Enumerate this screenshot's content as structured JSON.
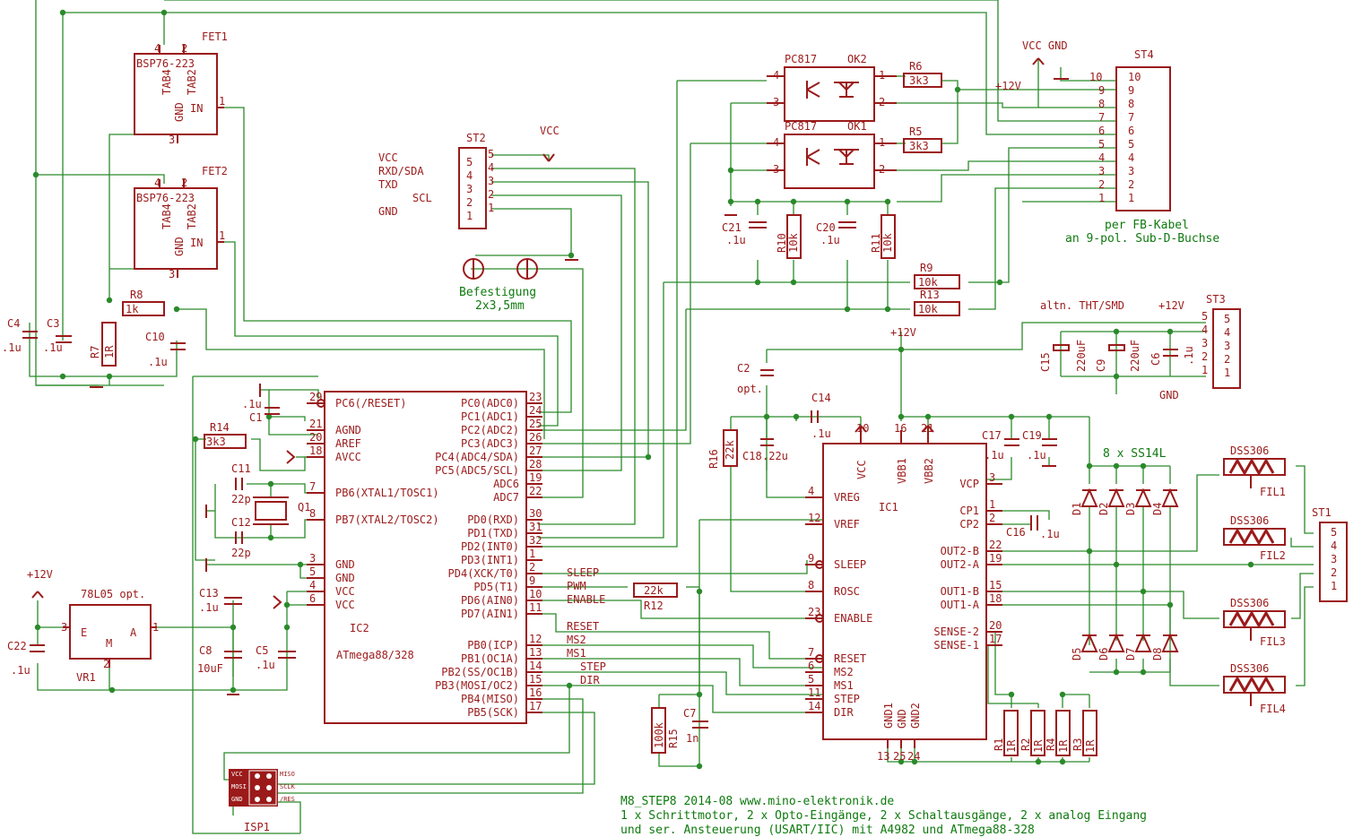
{
  "title": {
    "line1": "M8_STEP8 2014-08  www.mino-elektronik.de",
    "line2": "1 x Schrittmotor, 2 x Opto-Eingänge, 2 x Schaltausgänge, 2 x analog Eingang",
    "line3": "und ser. Ansteuerung (USART/IIC)     mit A4982 und ATmega88-328"
  },
  "notes": {
    "fb_cable1": "per FB-Kabel",
    "fb_cable2": "an 9-pol. Sub-D-Buchse",
    "befestigung1": "Befestigung",
    "befestigung2": "2x3,5mm",
    "altn": "altn. THT/SMD",
    "diodes": "8 x SS14L"
  },
  "power": {
    "vcc": "VCC",
    "gnd": "GND",
    "v12": "+12V",
    "vcc_gnd": "VCC GND"
  },
  "fets": {
    "fet1": "FET1",
    "fet2": "FET2",
    "part": "BSP76-223",
    "tab4": "TAB4",
    "tab2": "TAB2",
    "gnd": "GND",
    "in": "IN"
  },
  "st2": {
    "name": "ST2",
    "pins": [
      "5",
      "4",
      "3",
      "2",
      "1"
    ],
    "labels": [
      "VCC",
      "RXD/SDA",
      "TXD",
      "SCL",
      "GND"
    ]
  },
  "optos": {
    "part": "PC817",
    "ok1": "OK1",
    "ok2": "OK2"
  },
  "st4": {
    "name": "ST4",
    "pins": [
      "10",
      "9",
      "8",
      "7",
      "6",
      "5",
      "4",
      "3",
      "2",
      "1"
    ]
  },
  "st3": {
    "name": "ST3",
    "pins": [
      "5",
      "4",
      "3",
      "2",
      "1"
    ]
  },
  "st1": {
    "name": "ST1",
    "pins": [
      "5",
      "4",
      "3",
      "2",
      "1"
    ]
  },
  "ic2": {
    "name": "IC2",
    "part": "ATmega88/328",
    "left_pins": [
      {
        "num": "29",
        "label": "PC6(/RESET)"
      },
      {
        "num": "21",
        "label": "AGND"
      },
      {
        "num": "20",
        "label": "AREF"
      },
      {
        "num": "18",
        "label": "AVCC"
      },
      {
        "num": "7",
        "label": "PB6(XTAL1/TOSC1)"
      },
      {
        "num": "8",
        "label": "PB7(XTAL2/TOSC2)"
      },
      {
        "num": "3",
        "label": "GND"
      },
      {
        "num": "5",
        "label": "GND"
      },
      {
        "num": "4",
        "label": "VCC"
      },
      {
        "num": "6",
        "label": "VCC"
      }
    ],
    "right_pins": [
      {
        "num": "23",
        "label": "PC0(ADC0)"
      },
      {
        "num": "24",
        "label": "PC1(ADC1)"
      },
      {
        "num": "25",
        "label": "PC2(ADC2)"
      },
      {
        "num": "26",
        "label": "PC3(ADC3)"
      },
      {
        "num": "27",
        "label": "PC4(ADC4/SDA)"
      },
      {
        "num": "28",
        "label": "PC5(ADC5/SCL)"
      },
      {
        "num": "19",
        "label": "ADC6"
      },
      {
        "num": "22",
        "label": "ADC7"
      },
      {
        "num": "30",
        "label": "PD0(RXD)"
      },
      {
        "num": "31",
        "label": "PD1(TXD)"
      },
      {
        "num": "32",
        "label": "PD2(INT0)"
      },
      {
        "num": "1",
        "label": "PD3(INT1)"
      },
      {
        "num": "2",
        "label": "PD4(XCK/T0)"
      },
      {
        "num": "9",
        "label": "PD5(T1)"
      },
      {
        "num": "10",
        "label": "PD6(AIN0)"
      },
      {
        "num": "11",
        "label": "PD7(AIN1)"
      },
      {
        "num": "12",
        "label": "PB0(ICP)"
      },
      {
        "num": "13",
        "label": "PB1(OC1A)"
      },
      {
        "num": "14",
        "label": "PB2(SS/OC1B)"
      },
      {
        "num": "15",
        "label": "PB3(MOSI/OC2)"
      },
      {
        "num": "16",
        "label": "PB4(MISO)"
      },
      {
        "num": "17",
        "label": "PB5(SCK)"
      }
    ]
  },
  "ic1": {
    "name": "IC1",
    "top": [
      "VCC",
      "VBB1",
      "VBB2"
    ],
    "top_nums": [
      "10",
      "16",
      "21"
    ],
    "left_pins": [
      {
        "num": "4",
        "label": "VREG"
      },
      {
        "num": "12",
        "label": "VREF"
      },
      {
        "num": "9",
        "label": "SLEEP"
      },
      {
        "num": "8",
        "label": "ROSC"
      },
      {
        "num": "23",
        "label": "ENABLE"
      },
      {
        "num": "7",
        "label": "RESET"
      },
      {
        "num": "6",
        "label": "MS2"
      },
      {
        "num": "5",
        "label": "MS1"
      },
      {
        "num": "11",
        "label": "STEP"
      },
      {
        "num": "14",
        "label": "DIR"
      }
    ],
    "right_pins": [
      {
        "num": "3",
        "label": "VCP"
      },
      {
        "num": "1",
        "label": "CP1"
      },
      {
        "num": "2",
        "label": "CP2"
      },
      {
        "num": "22",
        "label": "OUT2-B"
      },
      {
        "num": "19",
        "label": "OUT2-A"
      },
      {
        "num": "15",
        "label": "OUT1-B"
      },
      {
        "num": "18",
        "label": "OUT1-A"
      },
      {
        "num": "20",
        "label": "SENSE-2"
      },
      {
        "num": "17",
        "label": "SENSE-1"
      }
    ],
    "bottom": [
      "GND1",
      "GND",
      "GND2"
    ],
    "bottom_nums": [
      "13",
      "25",
      "24"
    ]
  },
  "signals": [
    "SLEEP",
    "PWM",
    "ENABLE",
    "RESET",
    "MS2",
    "MS1",
    "STEP",
    "DIR"
  ],
  "resistors": [
    {
      "name": "R6",
      "value": "3k3"
    },
    {
      "name": "R5",
      "value": "3k3"
    },
    {
      "name": "R10",
      "value": "10k"
    },
    {
      "name": "R11",
      "value": "10k"
    },
    {
      "name": "R9",
      "value": "10k"
    },
    {
      "name": "R13",
      "value": "10k"
    },
    {
      "name": "R8",
      "value": "1k"
    },
    {
      "name": "R7",
      "value": "1R"
    },
    {
      "name": "R14",
      "value": "3k3"
    },
    {
      "name": "R12",
      "value": "22k"
    },
    {
      "name": "R16",
      "value": "22k"
    },
    {
      "name": "R15",
      "value": "100k"
    },
    {
      "name": "R1",
      "value": "1R"
    },
    {
      "name": "R2",
      "value": "1R"
    },
    {
      "name": "R4",
      "value": "1R"
    },
    {
      "name": "R3",
      "value": "1R"
    }
  ],
  "capacitors": [
    {
      "name": "C4",
      "value": ".1u"
    },
    {
      "name": "C3",
      "value": ".1u"
    },
    {
      "name": "C10",
      "value": ".1u"
    },
    {
      "name": "C21",
      "value": ".1u"
    },
    {
      "name": "C20",
      "value": ".1u"
    },
    {
      "name": "C1",
      "value": ".1u"
    },
    {
      "name": "C11",
      "value": "22p"
    },
    {
      "name": "C12",
      "value": "22p"
    },
    {
      "name": "C13",
      "value": ".1u"
    },
    {
      "name": "C8",
      "value": "10uF"
    },
    {
      "name": "C5",
      "value": ".1u"
    },
    {
      "name": "C22",
      "value": ".1u"
    },
    {
      "name": "C2",
      "value": "opt."
    },
    {
      "name": "C18",
      "value": ".22u"
    },
    {
      "name": "C14",
      "value": ".1u"
    },
    {
      "name": "C17",
      "value": ".1u"
    },
    {
      "name": "C19",
      "value": ".1u"
    },
    {
      "name": "C16",
      "value": ".1u"
    },
    {
      "name": "C7",
      "value": "1n"
    },
    {
      "name": "C15",
      "value": "220uF"
    },
    {
      "name": "C9",
      "value": "220uF"
    },
    {
      "name": "C6",
      "value": ".1u"
    }
  ],
  "misc": {
    "q1": "Q1",
    "vr1": "VR1",
    "vr_part": "78L05 opt.",
    "vr_e": "E",
    "vr_a": "A",
    "vr_m": "M",
    "isp": "ISP1",
    "isp_pins": [
      "VCC",
      "MISO",
      "MOSI",
      "SCLK",
      "GND",
      "/RES"
    ],
    "diodes": [
      "D1",
      "D2",
      "D3",
      "D4",
      "D5",
      "D6",
      "D7",
      "D8"
    ],
    "filters": [
      "FIL1",
      "FIL2",
      "FIL3",
      "FIL4"
    ],
    "fil_part": "DSS306"
  },
  "colors": {
    "wire": "#2a8a2a",
    "component": "#9b1a1a",
    "note": "#0e7a0e",
    "background": "#ffffff"
  }
}
